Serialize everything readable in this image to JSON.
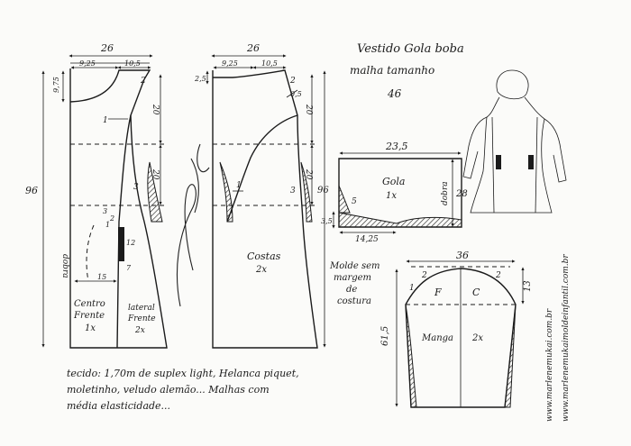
{
  "title": {
    "line1": "Vestido Gola boba",
    "line2": "malha tamanho",
    "size": "46"
  },
  "front": {
    "width_top": "26",
    "neck_left": "9,25",
    "shoulder": "10,5",
    "neck_drop": "9,75",
    "shoulder_drop": "2",
    "length": "96",
    "side_20a": "20",
    "side_20b": "20",
    "mark_1": "1",
    "mark_3": "3",
    "pocket_3": "3",
    "pocket_2": "2",
    "pocket_1": "1",
    "pocket_7": "7",
    "pocket_12": "12",
    "pocket_15": "15",
    "fold": "dobra",
    "center_label": "Centro",
    "center_label2": "Frente",
    "center_qty": "1x",
    "side_label": "lateral",
    "side_label2": "Frente",
    "side_qty": "2x"
  },
  "back": {
    "width_top": "26",
    "neck_left": "9,25",
    "shoulder": "10,5",
    "neck_drop": "2,5",
    "shoulder_drop": "2",
    "curve_05": "0,5",
    "side_20a": "20",
    "side_20b": "20",
    "length": "96",
    "mark_1": "1",
    "mark_3": "3",
    "label": "Costas",
    "qty": "2x"
  },
  "collar": {
    "width": "23,5",
    "label": "Gola",
    "qty": "1x",
    "fold": "dobra",
    "height": "28",
    "mark_5": "5",
    "left_h": "3,5",
    "bottom": "14,25"
  },
  "sleeve": {
    "width": "36",
    "mark_2a": "2",
    "mark_2b": "2",
    "mark_1": "1",
    "cap": "13",
    "length": "61,5",
    "label_f": "F",
    "label_c": "C",
    "label": "Manga",
    "qty": "2x"
  },
  "note": {
    "line1": "Molde sem",
    "line2": "margem",
    "line3": "de",
    "line4": "costura"
  },
  "fabric": {
    "line1": "tecido: 1,70m de suplex light, Helanca piquet,",
    "line2": "moletinho, veludo alemão... Malhas com",
    "line3": "média elasticidade..."
  },
  "watermark": {
    "line1": "www.marlenemukai.com.br",
    "line2": "www.marlenemukaimoldeinfantil.com.br"
  },
  "colors": {
    "ink": "#1b1b1b",
    "paper": "#fbfbf9"
  }
}
